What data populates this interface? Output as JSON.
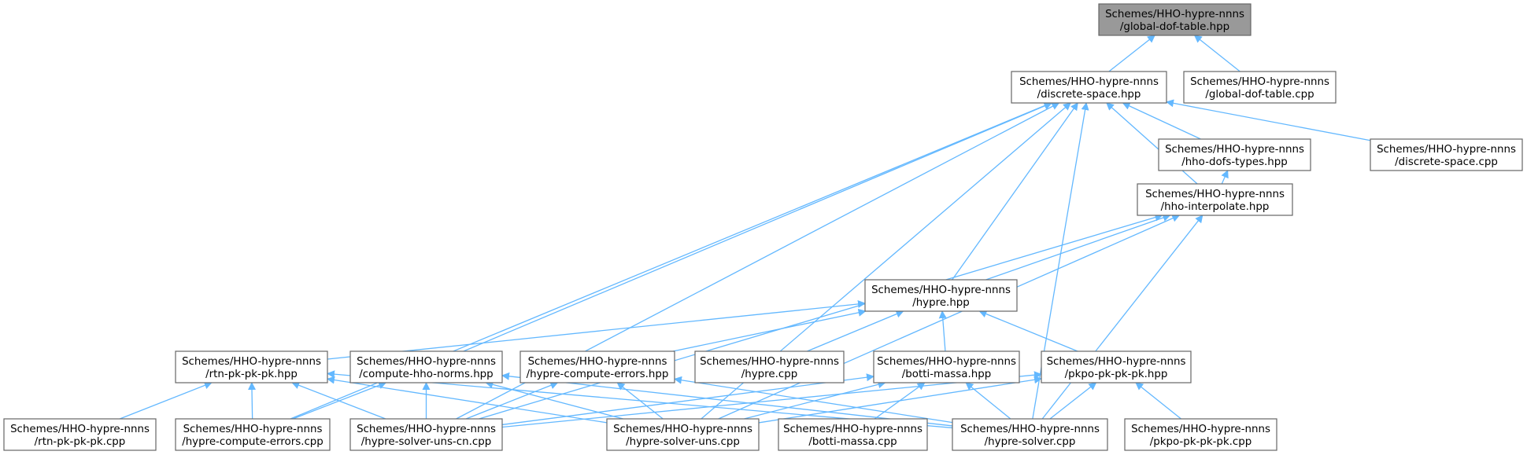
{
  "nodes": [
    {
      "id": "gdt_hpp",
      "line1": "Schemes/HHO-hypre-nnns",
      "line2": "/global-dof-table.hpp",
      "root": true
    },
    {
      "id": "ds_hpp",
      "line1": "Schemes/HHO-hypre-nnns",
      "line2": "/discrete-space.hpp"
    },
    {
      "id": "gdt_cpp",
      "line1": "Schemes/HHO-hypre-nnns",
      "line2": "/global-dof-table.cpp"
    },
    {
      "id": "dofs_hpp",
      "line1": "Schemes/HHO-hypre-nnns",
      "line2": "/hho-dofs-types.hpp"
    },
    {
      "id": "ds_cpp",
      "line1": "Schemes/HHO-hypre-nnns",
      "line2": "/discrete-space.cpp"
    },
    {
      "id": "interp_hpp",
      "line1": "Schemes/HHO-hypre-nnns",
      "line2": "/hho-interpolate.hpp"
    },
    {
      "id": "hypre_hpp",
      "line1": "Schemes/HHO-hypre-nnns",
      "line2": "/hypre.hpp"
    },
    {
      "id": "rtn_hpp",
      "line1": "Schemes/HHO-hypre-nnns",
      "line2": "/rtn-pk-pk-pk.hpp"
    },
    {
      "id": "norms_hpp",
      "line1": "Schemes/HHO-hypre-nnns",
      "line2": "/compute-hho-norms.hpp"
    },
    {
      "id": "hce_hpp",
      "line1": "Schemes/HHO-hypre-nnns",
      "line2": "/hypre-compute-errors.hpp"
    },
    {
      "id": "hypre_cpp",
      "line1": "Schemes/HHO-hypre-nnns",
      "line2": "/hypre.cpp"
    },
    {
      "id": "botti_hpp",
      "line1": "Schemes/HHO-hypre-nnns",
      "line2": "/botti-massa.hpp"
    },
    {
      "id": "pkpo_hpp",
      "line1": "Schemes/HHO-hypre-nnns",
      "line2": "/pkpo-pk-pk-pk.hpp"
    },
    {
      "id": "rtn_cpp",
      "line1": "Schemes/HHO-hypre-nnns",
      "line2": "/rtn-pk-pk-pk.cpp"
    },
    {
      "id": "hce_cpp",
      "line1": "Schemes/HHO-hypre-nnns",
      "line2": "/hypre-compute-errors.cpp"
    },
    {
      "id": "hsucn_cpp",
      "line1": "Schemes/HHO-hypre-nnns",
      "line2": "/hypre-solver-uns-cn.cpp"
    },
    {
      "id": "hsu_cpp",
      "line1": "Schemes/HHO-hypre-nnns",
      "line2": "/hypre-solver-uns.cpp"
    },
    {
      "id": "botti_cpp",
      "line1": "Schemes/HHO-hypre-nnns",
      "line2": "/botti-massa.cpp"
    },
    {
      "id": "hs_cpp",
      "line1": "Schemes/HHO-hypre-nnns",
      "line2": "/hypre-solver.cpp"
    },
    {
      "id": "pkpo_cpp",
      "line1": "Schemes/HHO-hypre-nnns",
      "line2": "/pkpo-pk-pk-pk.cpp"
    }
  ],
  "edges": [
    [
      "ds_hpp",
      "gdt_hpp"
    ],
    [
      "gdt_cpp",
      "gdt_hpp"
    ],
    [
      "dofs_hpp",
      "ds_hpp"
    ],
    [
      "ds_cpp",
      "ds_hpp"
    ],
    [
      "interp_hpp",
      "ds_hpp"
    ],
    [
      "hypre_hpp",
      "ds_hpp"
    ],
    [
      "norms_hpp",
      "ds_hpp"
    ],
    [
      "hce_cpp",
      "ds_hpp"
    ],
    [
      "hsucn_cpp",
      "ds_hpp"
    ],
    [
      "hsu_cpp",
      "ds_hpp"
    ],
    [
      "hs_cpp",
      "ds_hpp"
    ],
    [
      "interp_hpp",
      "dofs_hpp"
    ],
    [
      "hypre_hpp",
      "interp_hpp"
    ],
    [
      "hsucn_cpp",
      "interp_hpp"
    ],
    [
      "hsu_cpp",
      "interp_hpp"
    ],
    [
      "hs_cpp",
      "interp_hpp"
    ],
    [
      "rtn_hpp",
      "hypre_hpp"
    ],
    [
      "hce_hpp",
      "hypre_hpp"
    ],
    [
      "hypre_cpp",
      "hypre_hpp"
    ],
    [
      "botti_hpp",
      "hypre_hpp"
    ],
    [
      "pkpo_hpp",
      "hypre_hpp"
    ],
    [
      "rtn_cpp",
      "rtn_hpp"
    ],
    [
      "hce_cpp",
      "rtn_hpp"
    ],
    [
      "hsucn_cpp",
      "rtn_hpp"
    ],
    [
      "hsu_cpp",
      "rtn_hpp"
    ],
    [
      "hs_cpp",
      "rtn_hpp"
    ],
    [
      "hce_cpp",
      "norms_hpp"
    ],
    [
      "hsucn_cpp",
      "norms_hpp"
    ],
    [
      "hsu_cpp",
      "norms_hpp"
    ],
    [
      "hs_cpp",
      "norms_hpp"
    ],
    [
      "hsucn_cpp",
      "hce_hpp"
    ],
    [
      "hsu_cpp",
      "hce_hpp"
    ],
    [
      "hs_cpp",
      "hce_hpp"
    ],
    [
      "hsucn_cpp",
      "botti_hpp"
    ],
    [
      "hsu_cpp",
      "botti_hpp"
    ],
    [
      "botti_cpp",
      "botti_hpp"
    ],
    [
      "hs_cpp",
      "botti_hpp"
    ],
    [
      "hsucn_cpp",
      "pkpo_hpp"
    ],
    [
      "hsu_cpp",
      "pkpo_hpp"
    ],
    [
      "hs_cpp",
      "pkpo_hpp"
    ],
    [
      "pkpo_cpp",
      "pkpo_hpp"
    ]
  ]
}
